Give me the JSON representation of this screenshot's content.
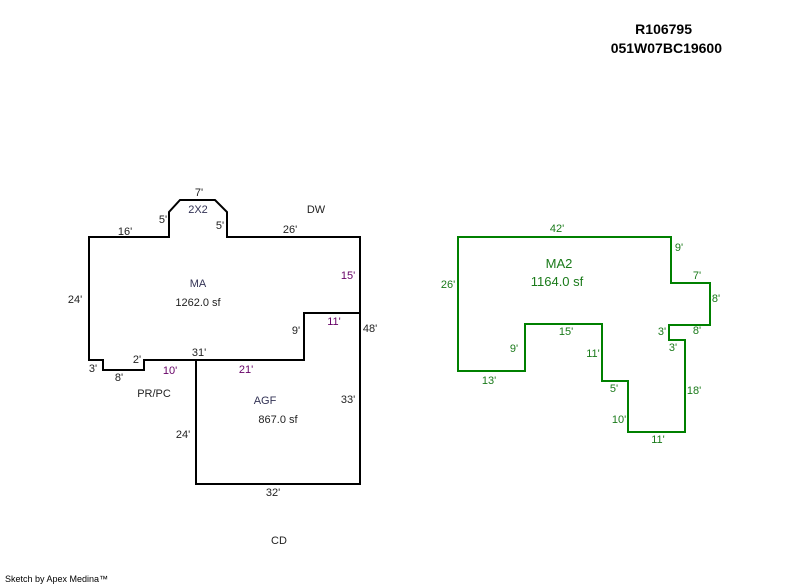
{
  "header": {
    "record_id": "R106795",
    "parcel_id": "051W07BC19600"
  },
  "footer": "Sketch by Apex Medina™",
  "colors": {
    "main_outline": "#000000",
    "ma2_outline": "#008000",
    "purple_label": "#660066"
  },
  "left_sketch": {
    "ma": {
      "label": "MA",
      "area": "1262.0 sf"
    },
    "agf": {
      "label": "AGF",
      "area": "867.0 sf"
    },
    "bay": {
      "label": "2X2"
    },
    "annotations": {
      "dw": "DW",
      "prpc": "PR/PC",
      "cd": "CD"
    },
    "dims": {
      "top_bay": "7'",
      "bay_left": "5'",
      "bay_right": "5'",
      "top_left": "16'",
      "top_right": "26'",
      "left": "24'",
      "right_upper": "15'",
      "right_total": "48'",
      "notch_top": "11'",
      "notch_left": "9'",
      "mid": "31'",
      "mid_right": "21'",
      "mid_left": "10'",
      "step": "2'",
      "small_left": "3'",
      "small_bottom": "8'",
      "agf_right": "33'",
      "agf_left": "24'",
      "agf_bottom": "32'"
    }
  },
  "right_sketch": {
    "ma2": {
      "label": "MA2",
      "area": "1164.0 sf"
    },
    "dims": {
      "top": "42'",
      "left": "26'",
      "right_a": "9'",
      "ext_top": "7'",
      "ext_right": "8'",
      "ext_bottom": "8'",
      "notch_a": "3'",
      "notch_b": "3'",
      "right_b": "18'",
      "bottom": "11'",
      "step_left": "10'",
      "step_bottom": "5'",
      "mid_right": "11'",
      "mid_top": "15'",
      "inner_left": "9'",
      "bottom_left": "13'"
    }
  }
}
